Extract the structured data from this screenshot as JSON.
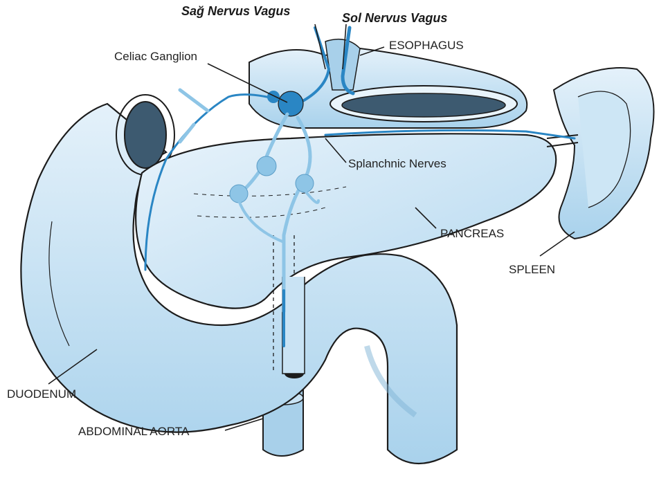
{
  "labels": {
    "sag_vagus": "Sağ Nervus Vagus",
    "sol_vagus": "Sol Nervus Vagus",
    "esophagus": "ESOPHAGUS",
    "celiac": "Celiac Ganglion",
    "splanchnic": "Splanchnic Nerves",
    "pancreas": "PANCREAS",
    "spleen": "SPLEEN",
    "duodenum": "DUODENUM",
    "aorta": "ABDOMINAL AORTA"
  },
  "colors": {
    "organ_fill": "#cfe6f5",
    "organ_shade": "#9fcbe6",
    "nerve": "#2a86c4",
    "nerve_light": "#8ec5e6",
    "outline": "#1c1c1c",
    "lumen": "#3d5a70"
  }
}
